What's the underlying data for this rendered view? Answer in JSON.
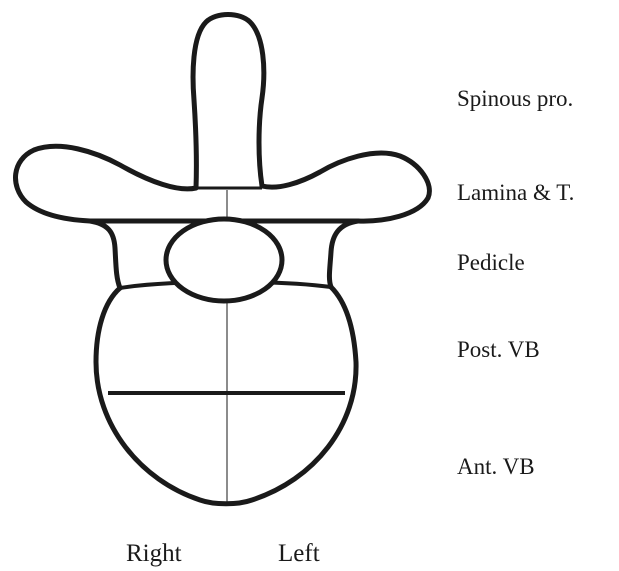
{
  "regions": {
    "spinous": "Spinous pro.",
    "lamina": "Lamina & T.",
    "pedicle": "Pedicle",
    "post_vb": "Post. VB",
    "ant_vb": "Ant. VB"
  },
  "sides": {
    "right": "Right",
    "left": "Left"
  },
  "colors": {
    "outline": "#1a1a1a",
    "background": "#ffffff"
  }
}
